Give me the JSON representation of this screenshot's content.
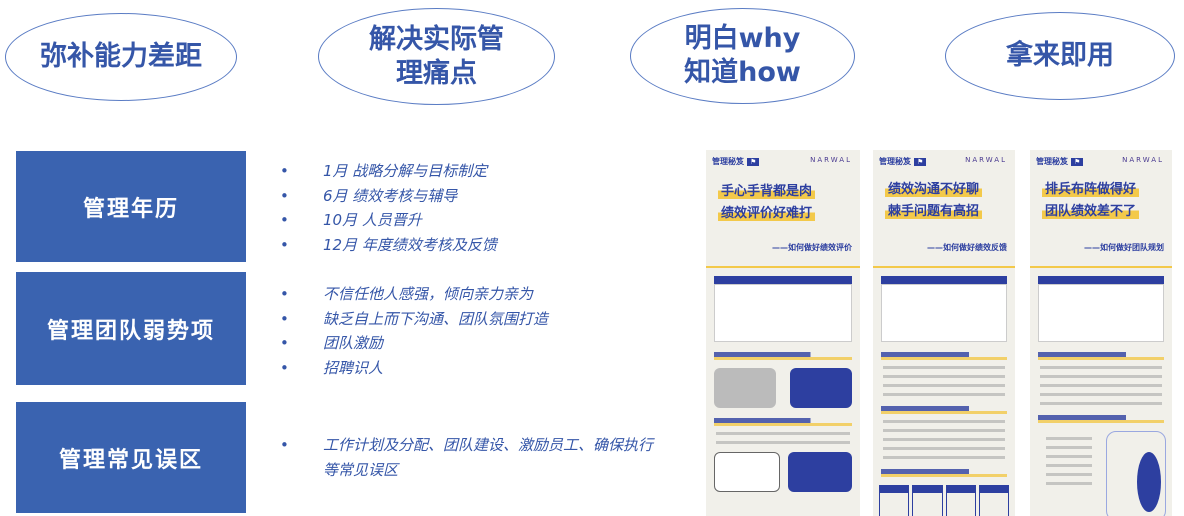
{
  "top_ovals": [
    "弥补能力差距",
    "解决实际管理痛点",
    "明白why知道how",
    "拿来即用"
  ],
  "sections": [
    {
      "label": "管理年历",
      "items": [
        "1月 战略分解与目标制定",
        "6月 绩效考核与辅导",
        "10月 人员晋升",
        "12月 年度绩效考核及反馈"
      ]
    },
    {
      "label": "管理团队弱势项",
      "items": [
        "不信任他人感强，倾向亲力亲为",
        "缺乏自上而下沟通、团队氛围打造",
        "团队激励",
        "招聘识人"
      ]
    },
    {
      "label": "管理常见误区",
      "items": [
        "工作计划及分配、团队建设、激励员工、确保执行等常见误区"
      ]
    }
  ],
  "posters": [
    {
      "logo": "管理秘笈",
      "brand": "NARWAL",
      "headline1": "手心手背都是肉",
      "headline2": "绩效评价好难打",
      "subtitle": "——如何做好绩效评价"
    },
    {
      "logo": "管理秘笈",
      "brand": "NARWAL",
      "headline1": "绩效沟通不好聊",
      "headline2": "棘手问题有高招",
      "subtitle": "——如何做好绩效反馈"
    },
    {
      "logo": "管理秘笈",
      "brand": "NARWAL",
      "headline1": "排兵布阵做得好",
      "headline2": "团队绩效差不了",
      "subtitle": "——如何做好团队规划"
    }
  ],
  "colors": {
    "primary": "#3a63b0",
    "text": "#3556a8",
    "poster_accent": "#f3c94a",
    "poster_blue": "#2d3fa0"
  }
}
